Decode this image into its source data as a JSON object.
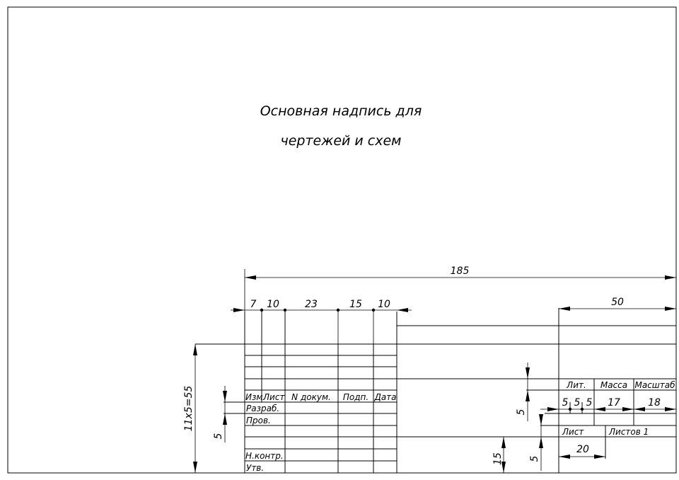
{
  "title": {
    "line1": "Основная надпись для",
    "line2": "чертежей и схем"
  },
  "dimensions": {
    "total_width": "185",
    "col_7": "7",
    "col_10a": "10",
    "col_23": "23",
    "col_15": "15",
    "col_10b": "10",
    "right_50": "50",
    "rows_height": "11x5=55",
    "row_5": "5",
    "lit_5a": "5",
    "lit_5b": "5",
    "lit_5c": "5",
    "massa_17": "17",
    "masshtab_18": "18",
    "list_20": "20",
    "h_15": "15",
    "h_5_right": "5",
    "h_5_lit": "5"
  },
  "cells": {
    "izm": "Изм.",
    "list": "Лист",
    "n_dokum": "N докум.",
    "podp": "Подп.",
    "data": "Дата",
    "razrab": "Разраб.",
    "prov": "Пров.",
    "nkontr": "Н.контр.",
    "utv": "Утв.",
    "lit": "Лит.",
    "massa": "Масса",
    "masshtab": "Масштаб",
    "list_right": "Лист",
    "listov": "Листов 1"
  }
}
